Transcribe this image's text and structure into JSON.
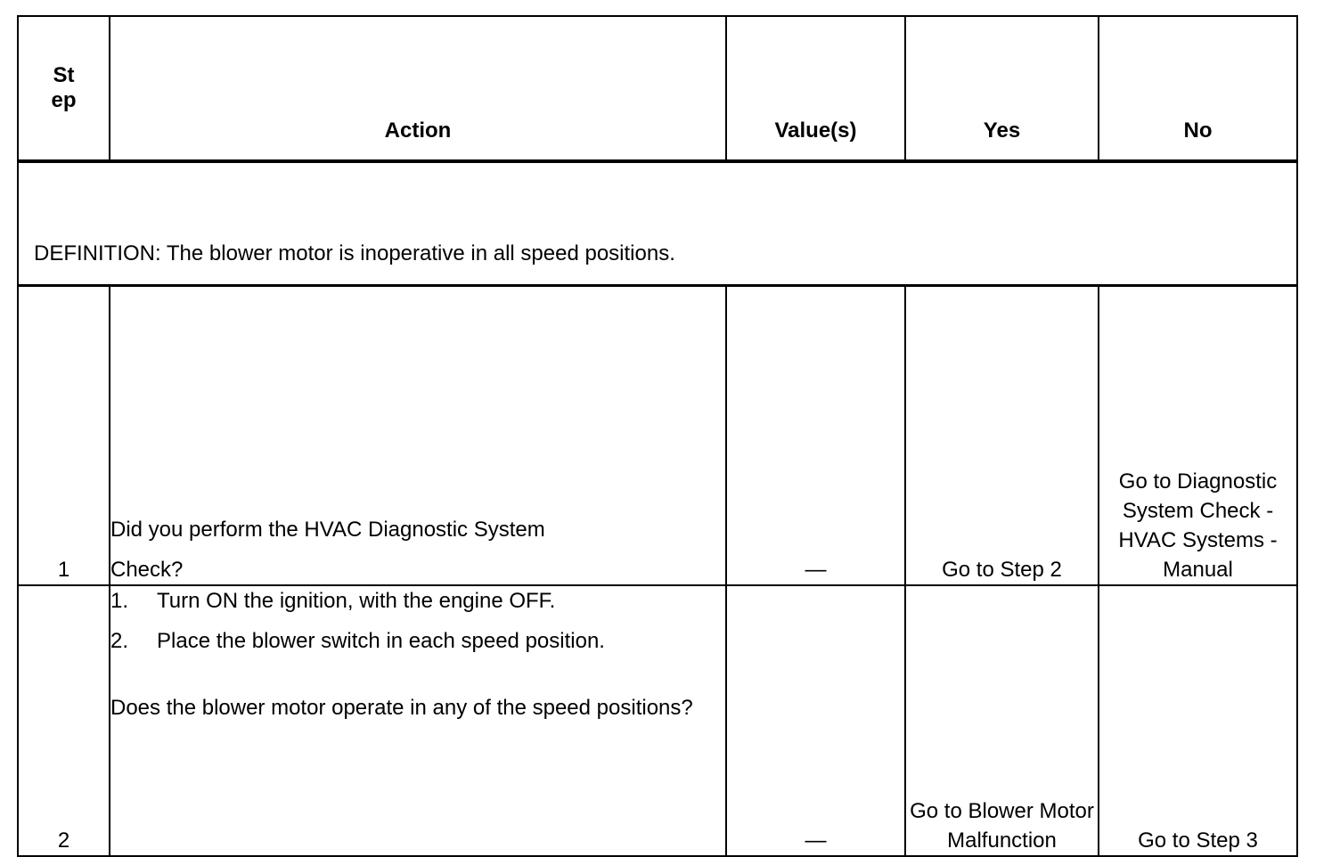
{
  "table": {
    "columns": [
      {
        "key": "step",
        "label": "Step",
        "label_wrapped": "Step"
      },
      {
        "key": "action",
        "label": "Action"
      },
      {
        "key": "value",
        "label": "Value(s)"
      },
      {
        "key": "yes",
        "label": "Yes"
      },
      {
        "key": "no",
        "label": "No"
      }
    ],
    "definition": "DEFINITION: The blower motor is inoperative in all speed positions.",
    "rows": [
      {
        "step": "1",
        "action_lines": [
          "Did you perform the HVAC Diagnostic System",
          "Check?"
        ],
        "value": "—",
        "yes": "Go to Step 2",
        "no": "Go to Diagnostic System Check - HVAC Systems - Manual"
      },
      {
        "step": "2",
        "list": [
          {
            "num": "1.",
            "text": "Turn ON the ignition, with the engine OFF."
          },
          {
            "num": "2.",
            "text": "Place the blower switch in each speed position."
          }
        ],
        "question": " Does the blower motor operate in any of the speed positions?",
        "value": "—",
        "yes": "Go to Blower Motor Malfunction",
        "no": "Go to Step 3"
      }
    ]
  },
  "colors": {
    "border": "#000000",
    "background": "#ffffff",
    "text": "#000000"
  }
}
